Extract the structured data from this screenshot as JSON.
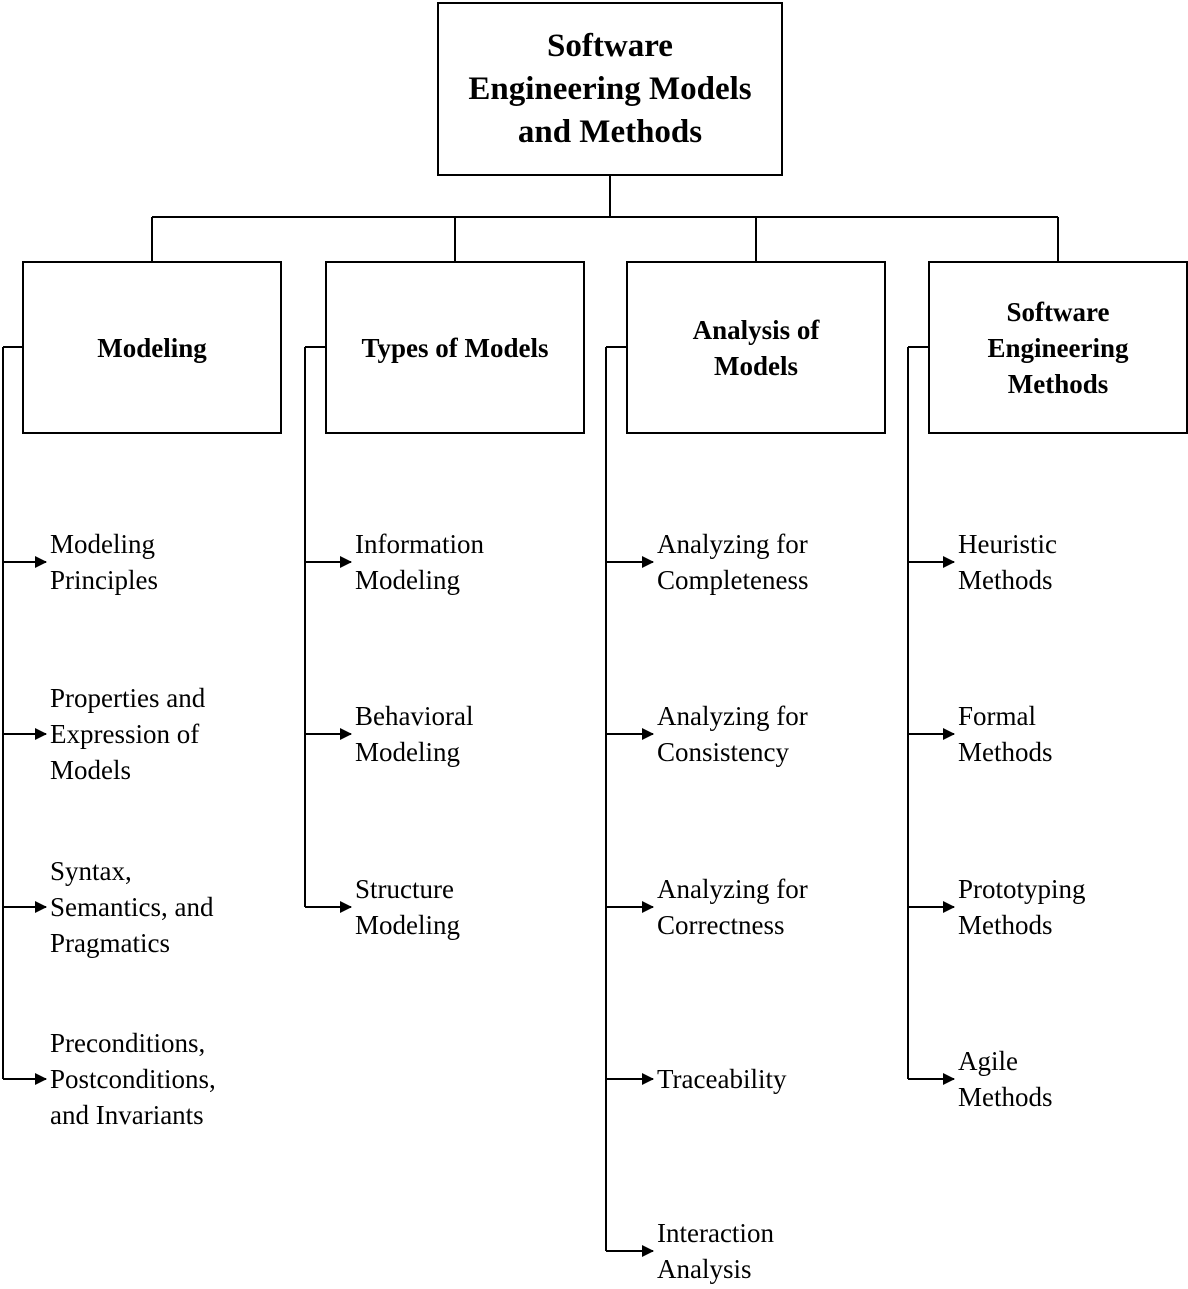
{
  "root": {
    "title_lines": [
      "Software",
      "Engineering Models",
      "and Methods"
    ]
  },
  "categories": [
    {
      "title_lines": [
        "Modeling"
      ],
      "items": [
        {
          "lines": [
            "Modeling",
            "Principles"
          ]
        },
        {
          "lines": [
            "Properties and",
            "Expression of",
            "Models"
          ]
        },
        {
          "lines": [
            "Syntax,",
            "Semantics, and",
            "Pragmatics"
          ]
        },
        {
          "lines": [
            "Preconditions,",
            "Postconditions,",
            "and Invariants"
          ]
        }
      ]
    },
    {
      "title_lines": [
        "Types of Models"
      ],
      "items": [
        {
          "lines": [
            "Information",
            "Modeling"
          ]
        },
        {
          "lines": [
            "Behavioral",
            "Modeling"
          ]
        },
        {
          "lines": [
            "Structure",
            "Modeling"
          ]
        }
      ]
    },
    {
      "title_lines": [
        "Analysis of",
        "Models"
      ],
      "items": [
        {
          "lines": [
            "Analyzing for",
            "Completeness"
          ]
        },
        {
          "lines": [
            "Analyzing for",
            "Consistency"
          ]
        },
        {
          "lines": [
            "Analyzing for",
            "Correctness"
          ]
        },
        {
          "lines": [
            "Traceability"
          ]
        },
        {
          "lines": [
            "Interaction",
            "Analysis"
          ]
        }
      ]
    },
    {
      "title_lines": [
        "Software",
        "Engineering",
        "Methods"
      ],
      "items": [
        {
          "lines": [
            "Heuristic",
            "Methods"
          ]
        },
        {
          "lines": [
            "Formal",
            "Methods"
          ]
        },
        {
          "lines": [
            "Prototyping",
            "Methods"
          ]
        },
        {
          "lines": [
            "Agile",
            "Methods"
          ]
        }
      ]
    }
  ]
}
